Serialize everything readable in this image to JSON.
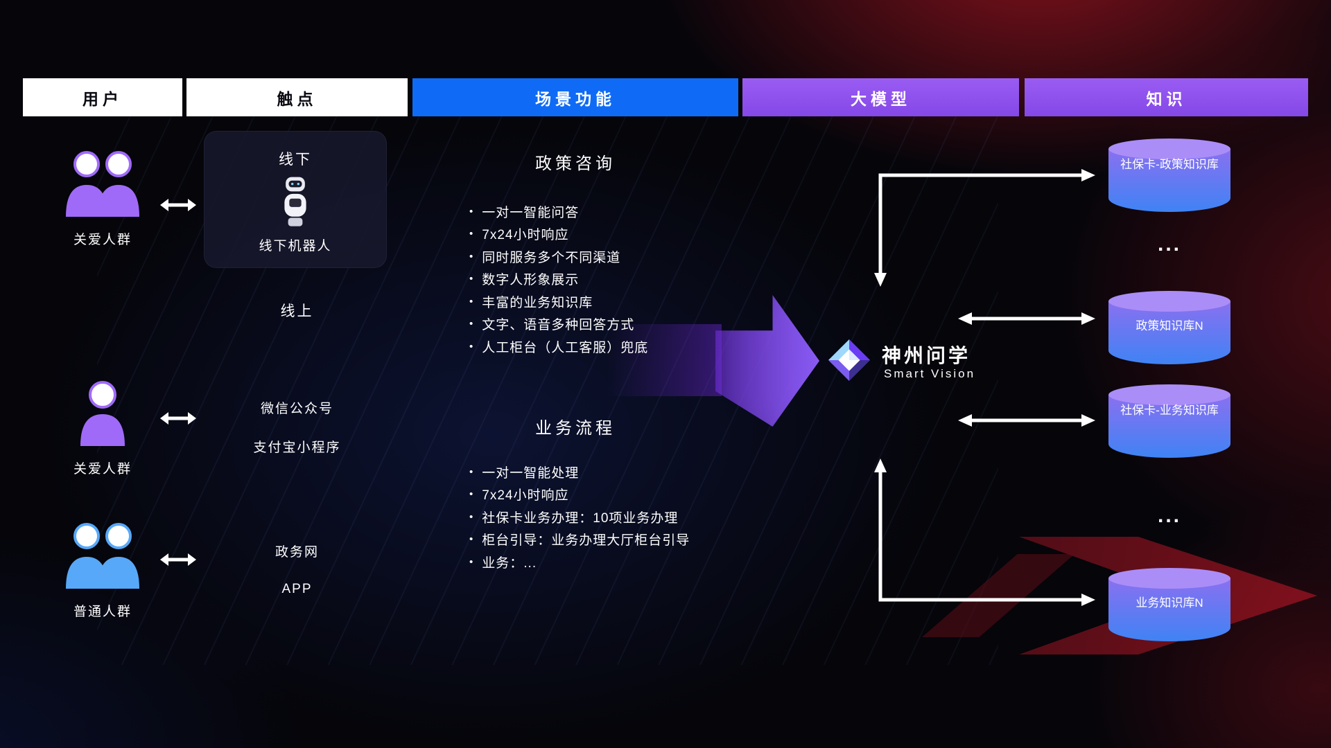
{
  "header": {
    "columns": [
      {
        "label": "用户"
      },
      {
        "label": "触点"
      },
      {
        "label": "场景功能"
      },
      {
        "label": "大模型"
      },
      {
        "label": "知识"
      }
    ]
  },
  "users": {
    "groups": [
      {
        "label": "关爱人群",
        "icon": "users-group",
        "color": "purple"
      },
      {
        "label": "关爱人群",
        "icon": "user-single",
        "color": "purple"
      },
      {
        "label": "普通人群",
        "icon": "users-group",
        "color": "blue"
      }
    ]
  },
  "touchpoints": {
    "offline": {
      "title": "线下",
      "robot_label": "线下机器人"
    },
    "online_title": "线上",
    "online_items": [
      "微信公众号",
      "支付宝小程序"
    ],
    "gov_items": [
      "政务网",
      "APP"
    ]
  },
  "scenarios": {
    "sections": [
      {
        "title": "政策咨询",
        "bullets": [
          "一对一智能问答",
          "7x24小时响应",
          "同时服务多个不同渠道",
          "数字人形象展示",
          "丰富的业务知识库",
          "文字、语音多种回答方式",
          "人工柜台（人工客服）兜底"
        ]
      },
      {
        "title": "业务流程",
        "bullets": [
          "一对一智能处理",
          "7x24小时响应",
          "社保卡业务办理：10项业务办理",
          "柜台引导：业务办理大厅柜台引导",
          "业务：..."
        ]
      }
    ]
  },
  "model": {
    "name": "神州问学",
    "subtitle": "Smart Vision"
  },
  "knowledge": {
    "items": [
      {
        "label": "社保卡-政策知识库"
      },
      {
        "label": "政策知识库N"
      },
      {
        "label": "社保卡-业务知识库"
      },
      {
        "label": "业务知识库N"
      }
    ],
    "ellipsis": "..."
  },
  "colors": {
    "header-blue": "#0f6bf5",
    "header-purple": "#9a5cf2",
    "header-purple-2": "#8448e8",
    "accent-purple": "#8b5cf6",
    "people-purple": "#a06af8",
    "people-blue": "#57a8f8",
    "db-top": "#ab8df8",
    "db-grad-top": "#8a70f0",
    "db-grad-bottom": "#3f83f4"
  }
}
